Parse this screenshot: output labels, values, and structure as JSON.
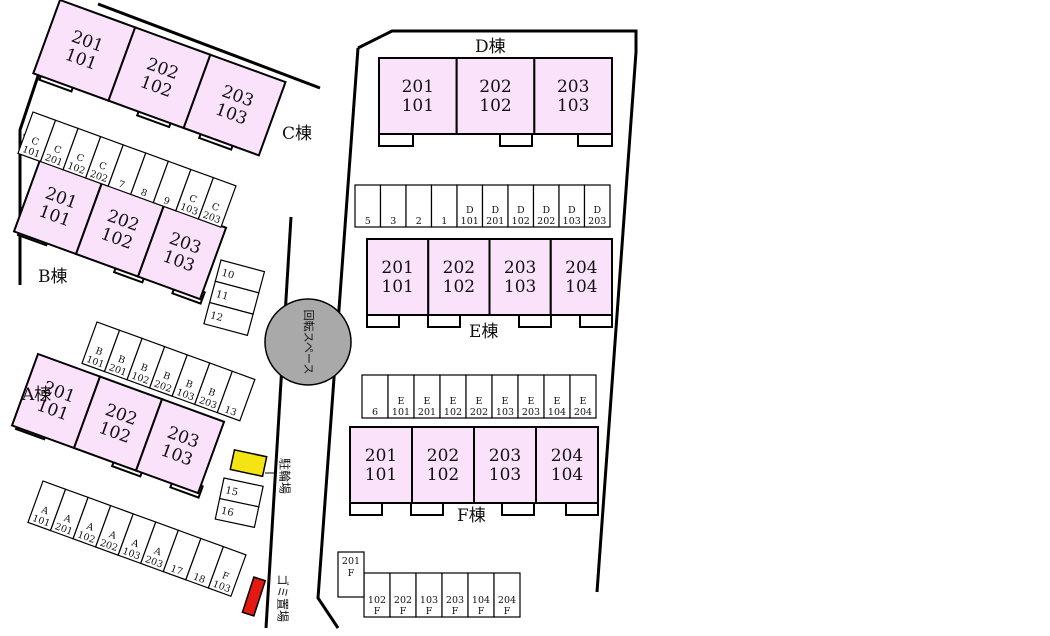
{
  "colors": {
    "building_fill": "#fbe2fb",
    "outline": "#000000",
    "turnaround_fill": "#a9a9a9",
    "bicycle_fill": "#f5e414",
    "garbage_fill": "#e31a12"
  },
  "labels": {
    "building_a": "A棟",
    "building_b": "B棟",
    "building_c": "C棟",
    "building_d": "D棟",
    "building_e": "E棟",
    "building_f": "F棟",
    "turnaround": "回転スペース",
    "bicycle": "駐輪場",
    "garbage": "ゴミ置場"
  },
  "buildings": {
    "C": [
      [
        "201",
        "101"
      ],
      [
        "202",
        "102"
      ],
      [
        "203",
        "103"
      ]
    ],
    "B": [
      [
        "201",
        "101"
      ],
      [
        "202",
        "102"
      ],
      [
        "203",
        "103"
      ]
    ],
    "A": [
      [
        "201",
        "101"
      ],
      [
        "202",
        "102"
      ],
      [
        "203",
        "103"
      ]
    ],
    "D": [
      [
        "201",
        "101"
      ],
      [
        "202",
        "102"
      ],
      [
        "203",
        "103"
      ]
    ],
    "E": [
      [
        "201",
        "101"
      ],
      [
        "202",
        "102"
      ],
      [
        "203",
        "103"
      ],
      [
        "204",
        "104"
      ]
    ],
    "F": [
      [
        "201",
        "101"
      ],
      [
        "202",
        "102"
      ],
      [
        "203",
        "103"
      ],
      [
        "204",
        "104"
      ]
    ]
  },
  "parking": {
    "c_row": [
      [
        "C",
        "101"
      ],
      [
        "C",
        "201"
      ],
      [
        "C",
        "102"
      ],
      [
        "C",
        "202"
      ],
      [
        "",
        "7"
      ],
      [
        "",
        "8"
      ],
      [
        "",
        "9"
      ],
      [
        "C",
        "103"
      ],
      [
        "C",
        "203"
      ]
    ],
    "mid_column": [
      "10",
      "11",
      "12"
    ],
    "b_row": [
      [
        "B",
        "101"
      ],
      [
        "B",
        "201"
      ],
      [
        "B",
        "102"
      ],
      [
        "B",
        "202"
      ],
      [
        "B",
        "103"
      ],
      [
        "B",
        "203"
      ],
      [
        "",
        "13"
      ]
    ],
    "bike_column": [
      "15",
      "16"
    ],
    "a_row": [
      [
        "A",
        "101"
      ],
      [
        "A",
        "201"
      ],
      [
        "A",
        "102"
      ],
      [
        "A",
        "202"
      ],
      [
        "A",
        "103"
      ],
      [
        "A",
        "203"
      ],
      [
        "",
        "17"
      ],
      [
        "",
        "18"
      ],
      [
        "F",
        "103"
      ]
    ],
    "d_row": [
      [
        "",
        "5"
      ],
      [
        "",
        "3"
      ],
      [
        "",
        "2"
      ],
      [
        "",
        "1"
      ],
      [
        "D",
        "101"
      ],
      [
        "D",
        "201"
      ],
      [
        "D",
        "102"
      ],
      [
        "D",
        "202"
      ],
      [
        "D",
        "103"
      ],
      [
        "D",
        "203"
      ]
    ],
    "e_row": [
      [
        "",
        "6"
      ],
      [
        "E",
        "101"
      ],
      [
        "E",
        "201"
      ],
      [
        "E",
        "102"
      ],
      [
        "E",
        "202"
      ],
      [
        "E",
        "103"
      ],
      [
        "E",
        "203"
      ],
      [
        "E",
        "104"
      ],
      [
        "E",
        "204"
      ]
    ],
    "f_row": [
      [
        "102",
        "F"
      ],
      [
        "202",
        "F"
      ],
      [
        "103",
        "F"
      ],
      [
        "203",
        "F"
      ],
      [
        "104",
        "F"
      ],
      [
        "204",
        "F"
      ]
    ],
    "f_top": [
      "201",
      "F"
    ]
  }
}
